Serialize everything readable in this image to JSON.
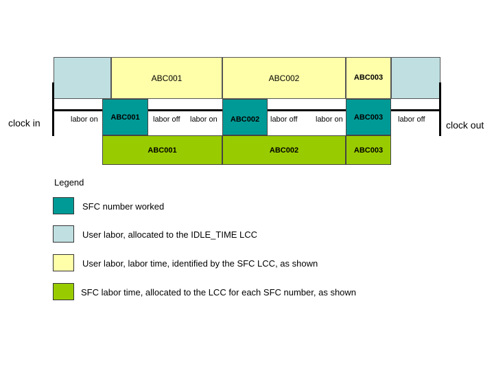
{
  "timeline": {
    "clock_in": "clock in",
    "clock_out": "clock out",
    "user_row": [
      "ABC001",
      "ABC002",
      "ABC003"
    ],
    "sfc_row": [
      "ABC001",
      "ABC002",
      "ABC003"
    ],
    "labor_row": [
      "ABC001",
      "ABC002",
      "ABC003"
    ],
    "labor_on": "labor on",
    "labor_off": "labor off"
  },
  "legend": {
    "title": "Legend",
    "items": [
      {
        "label": "SFC number worked",
        "color": "#009a96"
      },
      {
        "label": "User labor, allocated to the IDLE_TIME LCC",
        "color": "#c0dfe1"
      },
      {
        "label": "User labor, labor time, identified by the SFC LCC, as shown",
        "color": "#ffffaa"
      },
      {
        "label": "SFC labor time, allocated to the LCC for each SFC number, as shown",
        "color": "#99cc00"
      }
    ]
  }
}
